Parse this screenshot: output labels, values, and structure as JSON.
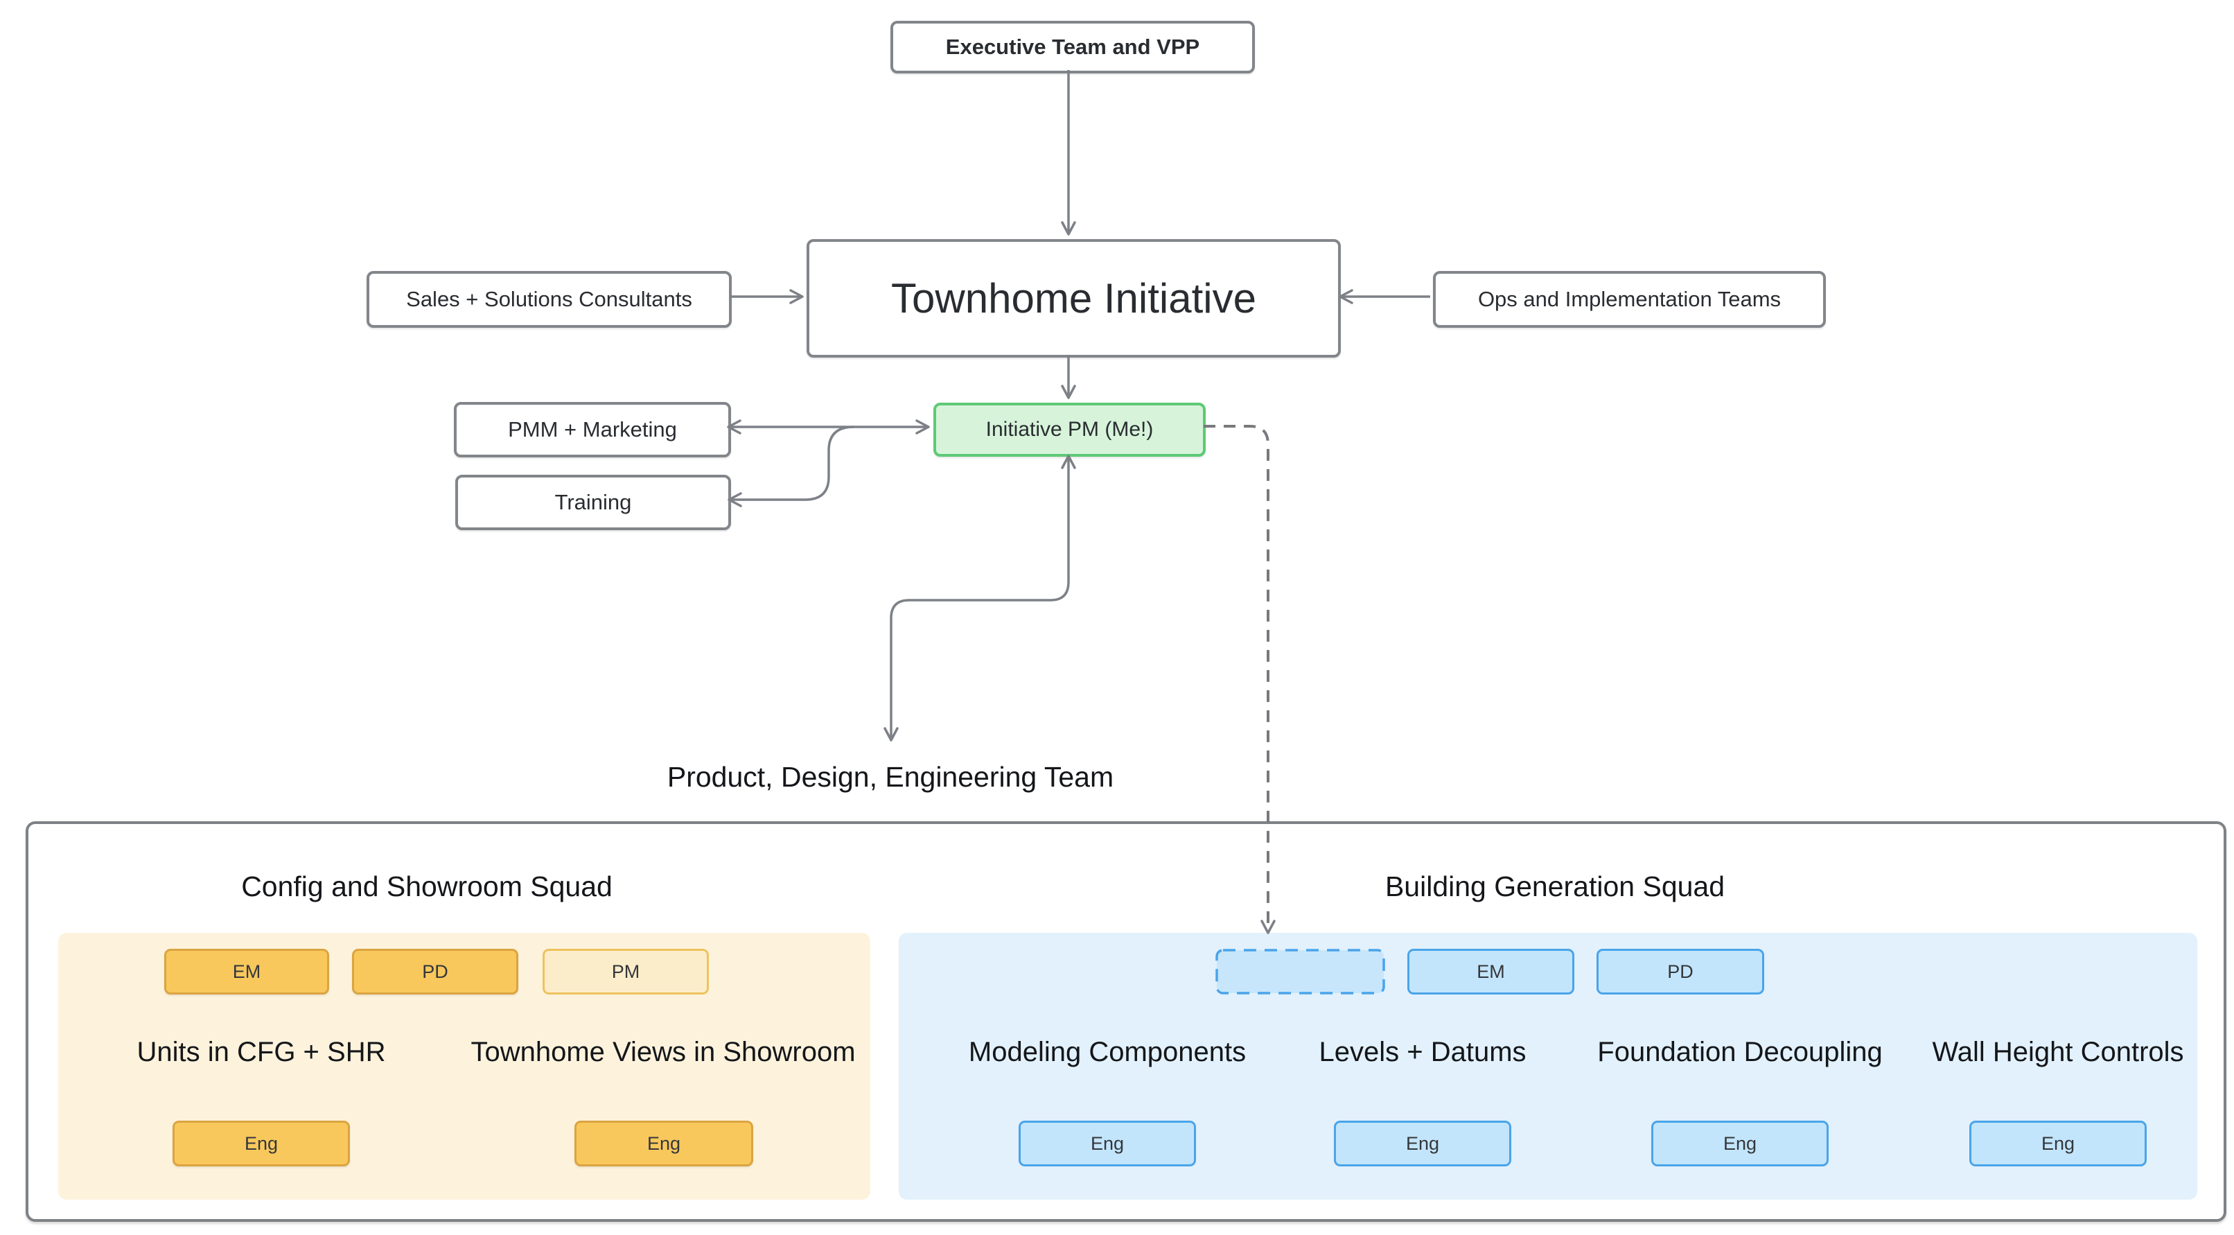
{
  "org_chart": {
    "executive": "Executive Team and VPP",
    "initiative": "Townhome Initiative",
    "sales": "Sales + Solutions Consultants",
    "ops": "Ops and Implementation Teams",
    "pm": "Initiative PM (Me!)",
    "pmm": "PMM + Marketing",
    "training": "Training",
    "pde_team": "Product, Design, Engineering Team"
  },
  "squads": [
    {
      "title": "Config and Showroom Squad",
      "roles": [
        "EM",
        "PD",
        "PM"
      ],
      "projects": [
        {
          "name": "Units in CFG + SHR",
          "eng": "Eng"
        },
        {
          "name": "Townhome Views in Showroom",
          "eng": "Eng"
        }
      ]
    },
    {
      "title": "Building Generation Squad",
      "roles": [
        "",
        "EM",
        "PD"
      ],
      "projects": [
        {
          "name": "Modeling Components",
          "eng": "Eng"
        },
        {
          "name": "Levels + Datums",
          "eng": "Eng"
        },
        {
          "name": "Foundation Decoupling",
          "eng": "Eng"
        },
        {
          "name": "Wall Height Controls",
          "eng": "Eng"
        }
      ]
    }
  ],
  "colors": {
    "arrow_gray": "#7d8187",
    "box_border_gray": "#82868b",
    "pm_green_fill": "#d7f4db",
    "pm_green_border": "#5ec977",
    "squad1_panel_bg": "#fdf3dc",
    "squad1_badge_fill": "#f9c85c",
    "squad1_badge_border": "#dba442",
    "squad1_pm_badge_fill": "#fcedca",
    "squad1_pm_badge_border": "#eec25e",
    "squad2_panel_bg": "#e2f1fc",
    "squad2_badge_fill": "#c3e5fb",
    "squad2_badge_border": "#4aa4e9"
  }
}
